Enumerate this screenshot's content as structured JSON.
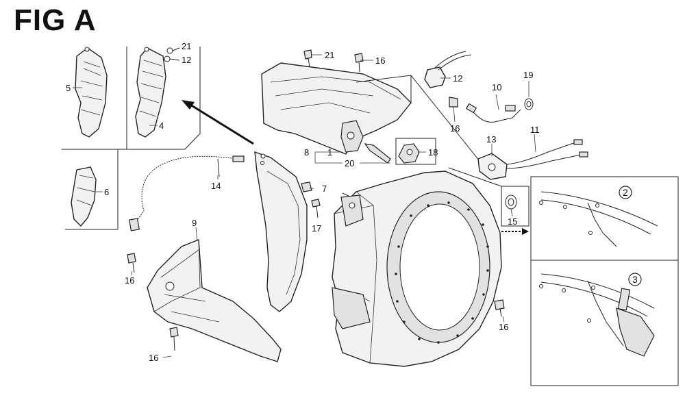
{
  "figure": {
    "title": "FIG A"
  },
  "callouts": [
    {
      "id": "c5",
      "label": "5"
    },
    {
      "id": "c21a",
      "label": "21"
    },
    {
      "id": "c12a",
      "label": "12"
    },
    {
      "id": "c4",
      "label": "4"
    },
    {
      "id": "c6",
      "label": "6"
    },
    {
      "id": "c21b",
      "label": "21"
    },
    {
      "id": "c16a",
      "label": "16"
    },
    {
      "id": "c12b",
      "label": "12"
    },
    {
      "id": "c10",
      "label": "10"
    },
    {
      "id": "c19",
      "label": "19"
    },
    {
      "id": "c16b",
      "label": "16"
    },
    {
      "id": "c11",
      "label": "11"
    },
    {
      "id": "c8",
      "label": "8"
    },
    {
      "id": "c1",
      "label": "1"
    },
    {
      "id": "c20",
      "label": "20"
    },
    {
      "id": "c18",
      "label": "18"
    },
    {
      "id": "c13",
      "label": "13"
    },
    {
      "id": "c7",
      "label": "7"
    },
    {
      "id": "c17",
      "label": "17"
    },
    {
      "id": "c14",
      "label": "14"
    },
    {
      "id": "c9",
      "label": "9"
    },
    {
      "id": "c16c",
      "label": "16"
    },
    {
      "id": "c16d",
      "label": "16"
    },
    {
      "id": "c16e",
      "label": "16"
    },
    {
      "id": "c15",
      "label": "15"
    },
    {
      "id": "c2",
      "label": "2"
    },
    {
      "id": "c3",
      "label": "3"
    }
  ]
}
